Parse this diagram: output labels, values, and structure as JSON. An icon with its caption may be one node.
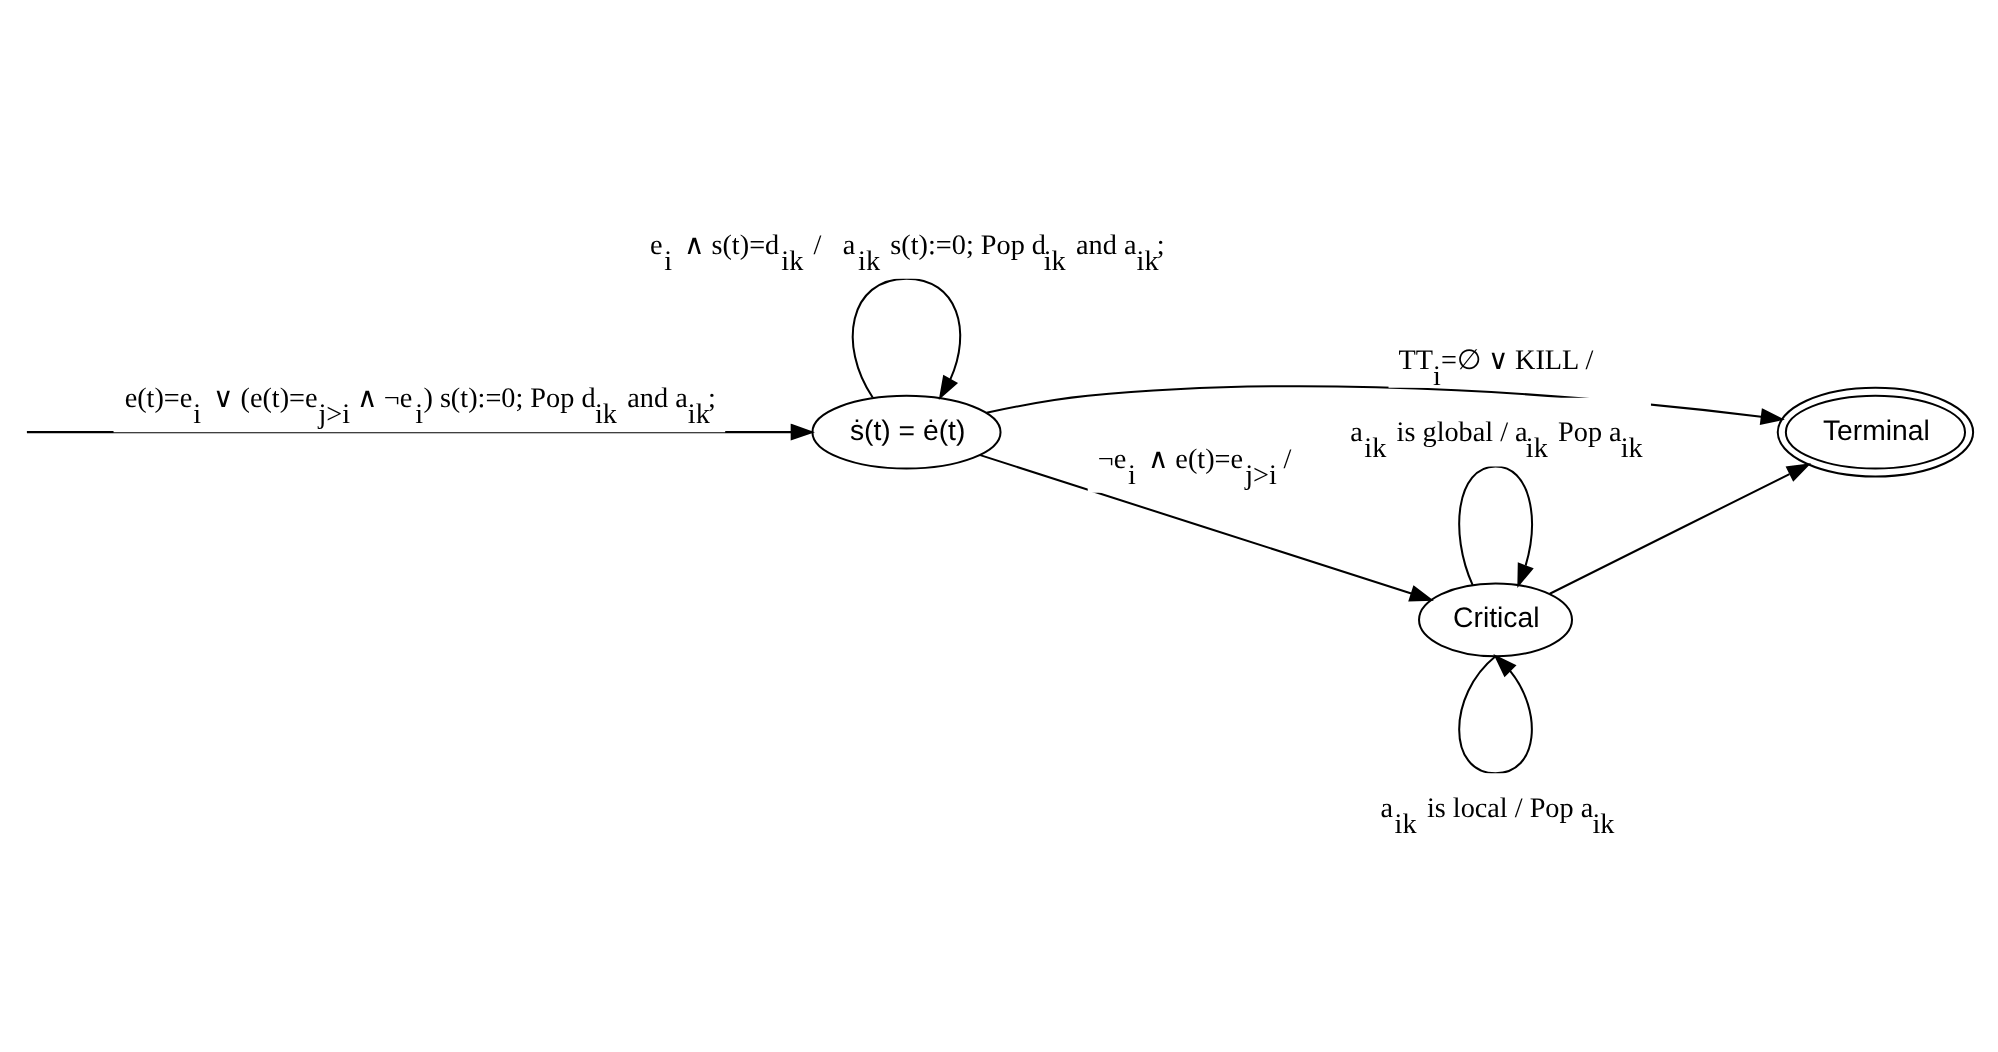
{
  "diagram": {
    "nodes": [
      {
        "text": [
          "ṡ(t) = ė(t)"
        ]
      },
      {
        "text": [
          "Terminal"
        ]
      },
      {
        "text": [
          "Critical"
        ]
      }
    ],
    "edges": [
      {
        "from": 0,
        "to": 0,
        "arrow": "to",
        "label": "e$_{i}$ ∧ s(t)=d$_{ik}$ /   a$_{ik}$ s(t):=0; Pop d$_{ik}$ and a$_{ik}$;"
      },
      {
        "from": 0,
        "to": 1,
        "arrow": "to",
        "label": "TT$_{i}$=∅ ∨ KILL /"
      },
      {
        "from": null,
        "to": 0,
        "arrow": "to",
        "label": "e(t)=e$_{i}$ ∨ (e(t)=e$_{j>i}$ ∧ ¬e$_{i}$) s(t):=0; Pop d$_{ik}$ and a$_{ik}$;"
      },
      {
        "from": 0,
        "to": 2,
        "arrow": "to",
        "label": "¬e$_{i}$ ∧ e(t)=e$_{j>i}$ /"
      },
      {
        "from": 2,
        "to": 2,
        "arrow": "to",
        "label": "a$_{ik}$ is global / a$_{ik}$ Pop a$_{ik}$"
      },
      {
        "from": 2,
        "to": 2,
        "arrow": "to",
        "label": "a$_{ik}$ is local / Pop a$_{ik}$"
      },
      {
        "from": 2,
        "to": 1,
        "arrow": "to"
      }
    ]
  }
}
